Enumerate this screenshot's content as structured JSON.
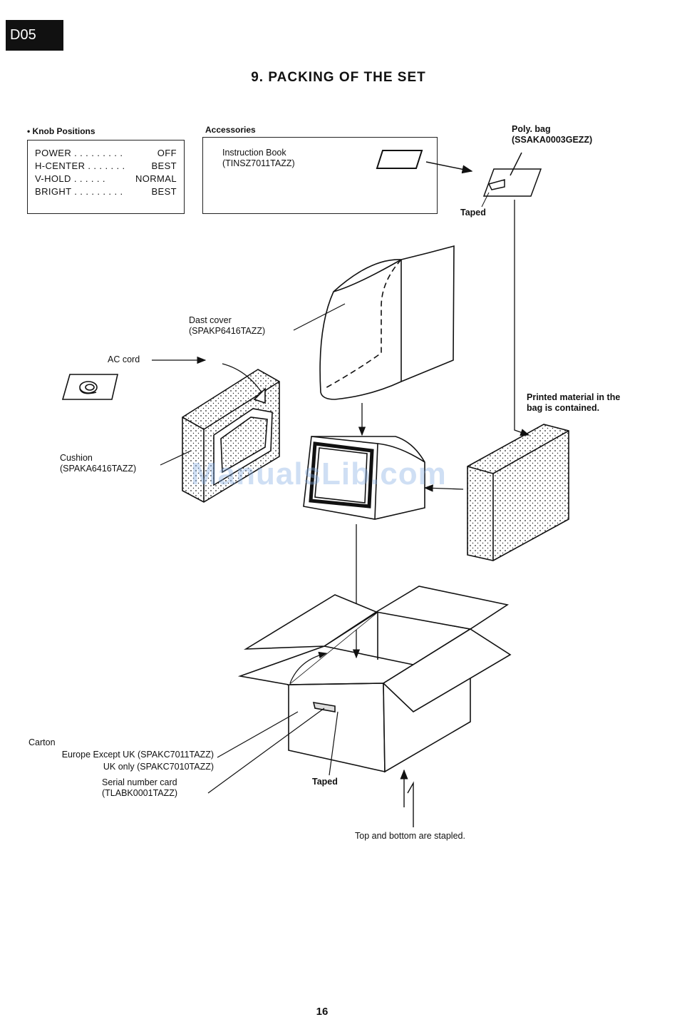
{
  "header": {
    "page_tag": "D05",
    "title": "9.  PACKING OF THE SET"
  },
  "knob_positions": {
    "heading": "• Knob Positions",
    "rows": [
      {
        "name": "POWER . . . . . . . . .",
        "value": "OFF"
      },
      {
        "name": "H-CENTER . . . . . . .",
        "value": "BEST"
      },
      {
        "name": "V-HOLD . . . . . .",
        "value": "NORMAL"
      },
      {
        "name": "BRIGHT . . . . . . . . .",
        "value": "BEST"
      }
    ]
  },
  "accessories": {
    "heading": "Accessories",
    "item_name": "Instruction Book",
    "item_code": "(TINSZ7011TAZZ)"
  },
  "labels": {
    "poly_bag_name": "Poly. bag",
    "poly_bag_code": "(SSAKA0003GEZZ)",
    "taped_top": "Taped",
    "dust_cover_name": "Dast cover",
    "dust_cover_code": "(SPAKP6416TAZZ)",
    "ac_cord": "AC cord",
    "printed_material_line1": "Printed material in the",
    "printed_material_line2": "bag is contained.",
    "cushion_name": "Cushion",
    "cushion_code": "(SPAKA6416TAZZ)",
    "carton_name": "Carton",
    "carton_europe": "Europe Except UK (SPAKC7011TAZZ)",
    "carton_uk": "UK only (SPAKC7010TAZZ)",
    "serial_card_name": "Serial number card",
    "serial_card_code": "(TLABK0001TAZZ)",
    "taped_bottom": "Taped",
    "stapled": "Top and bottom are stapled."
  },
  "watermark": "ManualsLib.com",
  "footer": {
    "page_number": "16"
  }
}
